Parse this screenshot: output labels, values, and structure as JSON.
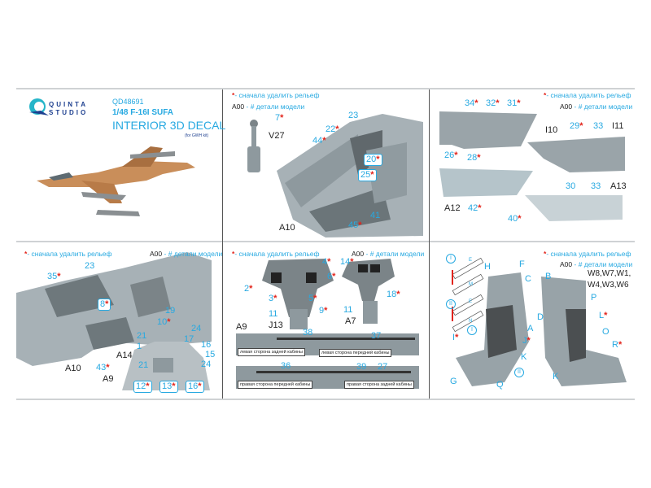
{
  "header": {
    "brand_line1": "QUINTA",
    "brand_line2": "STUDIO",
    "code": "QD48691",
    "model": "1/48 F-16I SUFA",
    "product": "INTERIOR 3D DECAL",
    "kit_note": "(for GWH kit)"
  },
  "legend": {
    "star": "*",
    "remove_relief": "- сначала удалить рельеф",
    "part_code": "A00",
    "part_desc": "- # детали модели"
  },
  "panel2": {
    "labels": [
      "7",
      "V27",
      "23",
      "22",
      "44",
      "20",
      "25",
      "41",
      "45",
      "A10"
    ]
  },
  "panel3": {
    "labels": [
      "34",
      "32",
      "31",
      "I10",
      "26",
      "28",
      "29",
      "33",
      "I11",
      "A12",
      "42",
      "30",
      "33",
      "A13",
      "40"
    ]
  },
  "panel4": {
    "labels": [
      "23",
      "35",
      "8",
      "19",
      "10",
      "24",
      "21",
      "17",
      "1",
      "16",
      "A14",
      "15",
      "21",
      "24",
      "A10",
      "43",
      "A9",
      "12",
      "13",
      "16"
    ]
  },
  "panel5": {
    "labels": [
      "4",
      "14",
      "2",
      "6",
      "3",
      "5",
      "9",
      "18",
      "11",
      "11",
      "J13",
      "A7",
      "A9",
      "38",
      "37",
      "27",
      "36",
      "39"
    ],
    "strip_texts": [
      "левая сторона задней кабины",
      "левая сторона передней кабины",
      "правая сторона передней кабины",
      "правая сторона задней кабины"
    ]
  },
  "panel6": {
    "steps": [
      "I",
      "II"
    ],
    "step_letters": [
      "E",
      "M",
      "E",
      "N"
    ],
    "labels": [
      "H",
      "F",
      "C",
      "B",
      "W8,W7,W1,",
      "W4,W3,W6",
      "A",
      "D",
      "P",
      "L",
      "J",
      "K",
      "O",
      "R",
      "I",
      "G",
      "Q",
      "K",
      "I",
      "II"
    ]
  },
  "colors": {
    "accent": "#27a9e1",
    "star": "#e2231a",
    "part": "#98a3a8",
    "brand": "#1d3f8f"
  }
}
